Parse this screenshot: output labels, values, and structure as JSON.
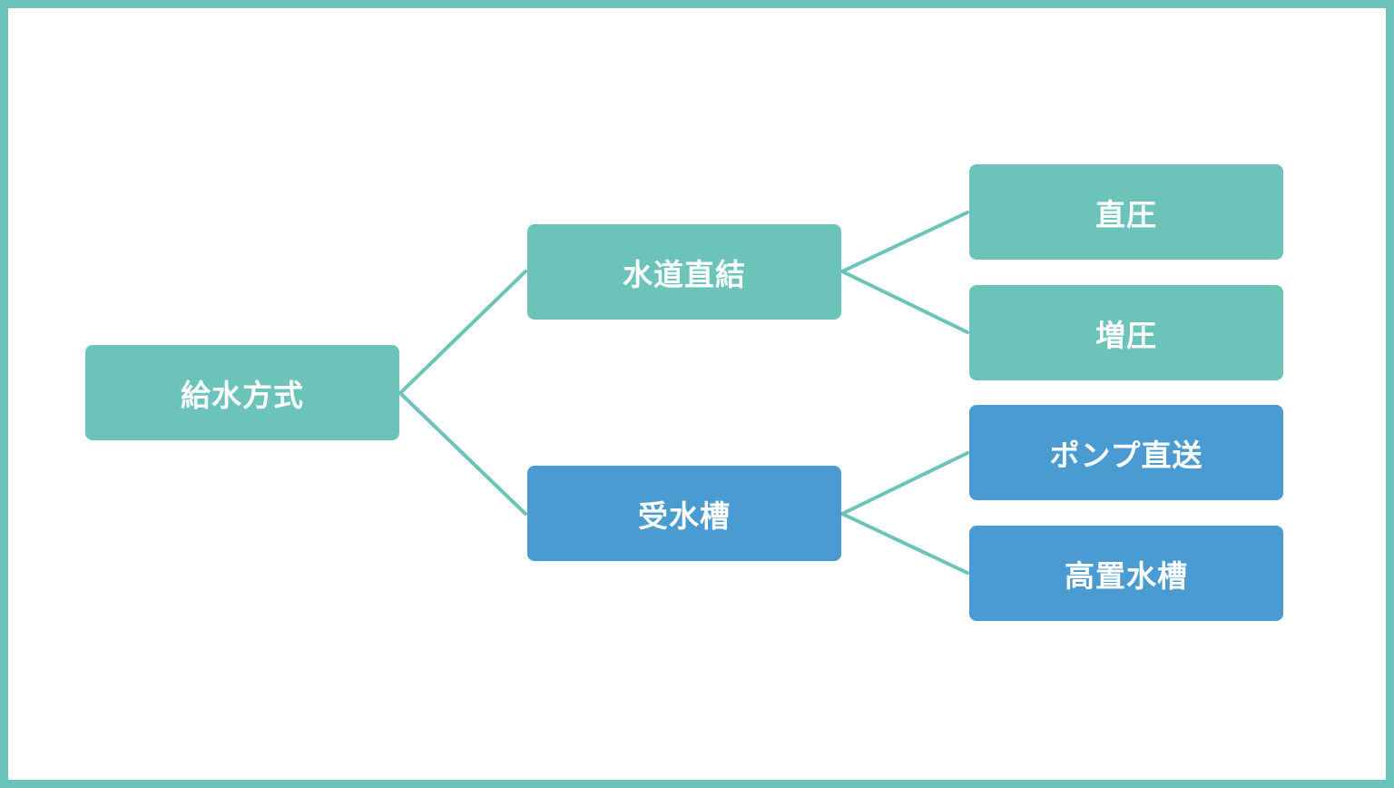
{
  "colors": {
    "frame": "#6cc3b9",
    "teal": "#6cc3b9",
    "blue": "#4a9bd1",
    "connector": "#6cc3b9"
  },
  "diagram": {
    "root": {
      "label": "給水方式"
    },
    "branches": [
      {
        "label": "水道直結",
        "color": "teal",
        "children": [
          {
            "label": "直圧"
          },
          {
            "label": "増圧"
          }
        ]
      },
      {
        "label": "受水槽",
        "color": "blue",
        "children": [
          {
            "label": "ポンプ直送"
          },
          {
            "label": "高置水槽"
          }
        ]
      }
    ]
  }
}
